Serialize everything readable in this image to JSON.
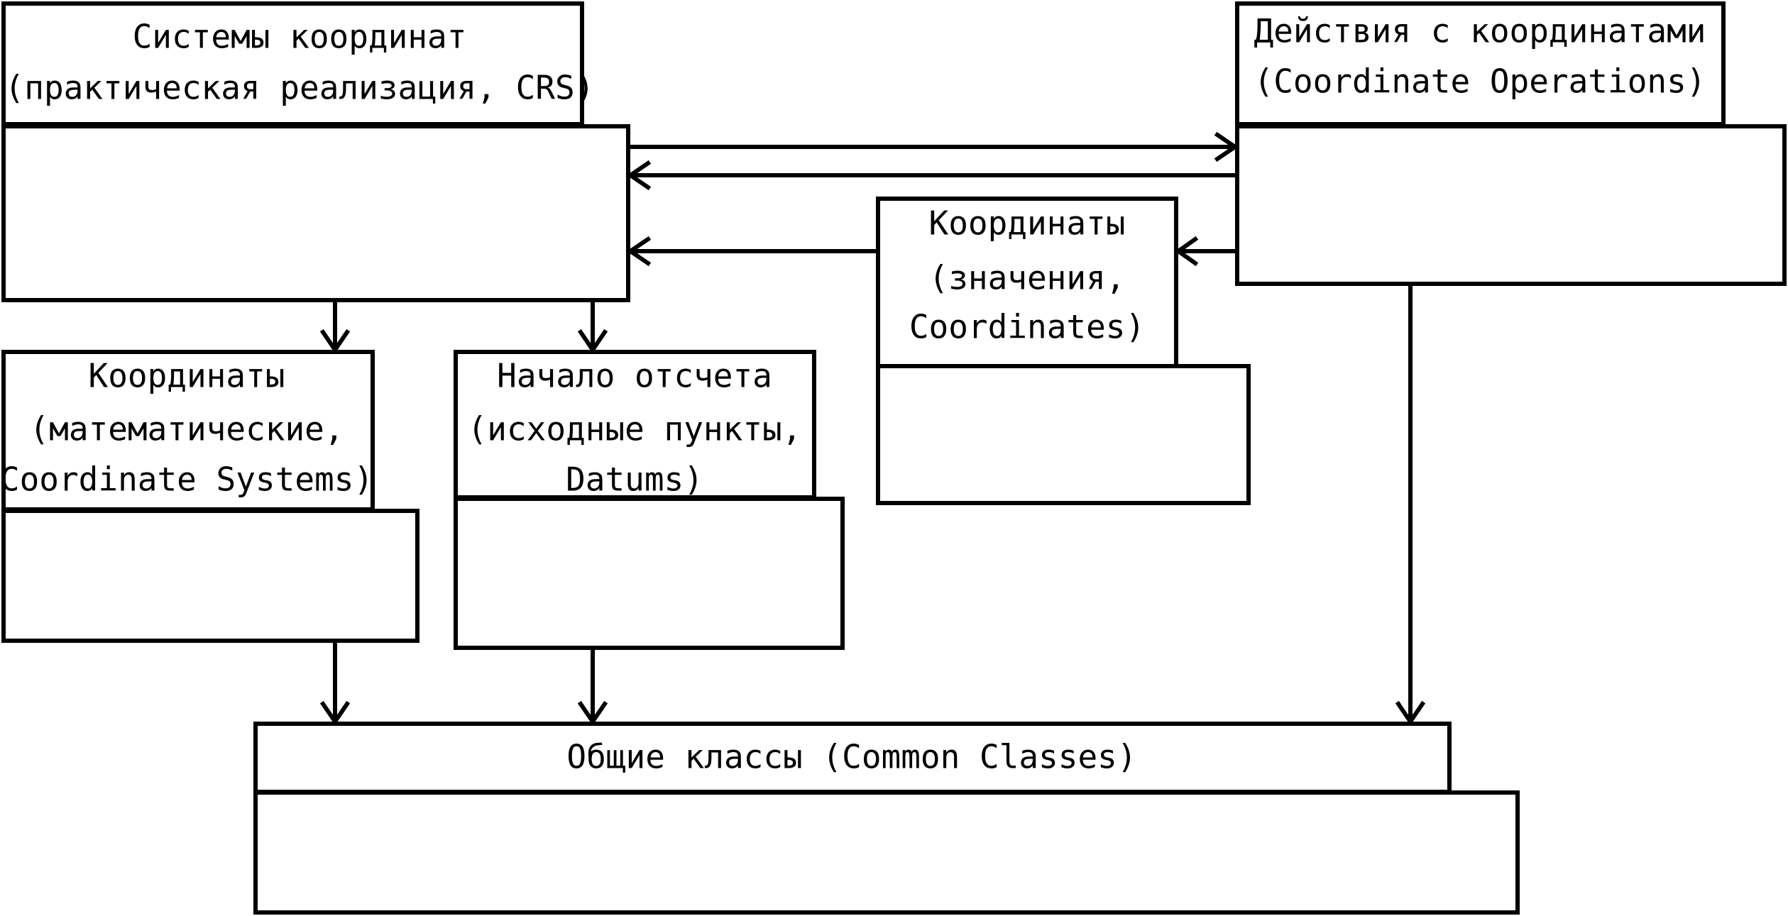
{
  "packages": {
    "crs": {
      "lines": [
        "Системы координат",
        "(практическая реализация, CRS)"
      ]
    },
    "coordinate_operations": {
      "lines": [
        "Действия с координатами",
        "(Coordinate Operations)"
      ]
    },
    "coordinates": {
      "lines": [
        "Координаты",
        "(значения,",
        "Coordinates)"
      ]
    },
    "coordinate_systems": {
      "lines": [
        "Координаты",
        "(математические,",
        "Coordinate Systems)"
      ]
    },
    "datums": {
      "lines": [
        "Начало отсчета",
        "(исходные пункты,",
        "Datums)"
      ]
    },
    "common_classes": {
      "lines": [
        "Общие классы (Common Classes)"
      ]
    }
  },
  "colors": {
    "stroke": "#000000",
    "background": "#ffffff"
  }
}
